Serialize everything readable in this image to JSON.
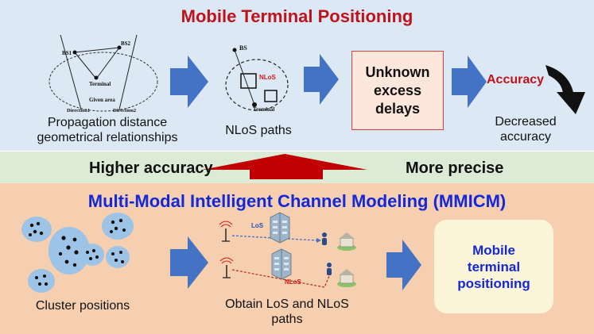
{
  "top_section": {
    "title": "Mobile Terminal Positioning",
    "diagram1": {
      "labels": {
        "bs1": "BS1",
        "bs2": "BS2",
        "terminal": "Terminal",
        "given_area": "Given area",
        "direction1": "Direction1",
        "direction2": "Direction2"
      },
      "caption_line1": "Propagation distance",
      "caption_line2": "geometrical relationships"
    },
    "diagram2": {
      "labels": {
        "bs": "BS",
        "nlos": "NLoS",
        "terminal": "Terminal"
      },
      "caption": "NLoS paths"
    },
    "delay_box": {
      "line1": "Unknown",
      "line2": "excess",
      "line3": "delays"
    },
    "accuracy_label": "Accuracy",
    "outcome_line1": "Decreased",
    "outcome_line2": "accuracy"
  },
  "middle_band": {
    "left_text": "Higher accuracy",
    "right_text": "More precise"
  },
  "bottom_section": {
    "title": "Multi-Modal Intelligent Channel Modeling (MMICM)",
    "cluster_caption": "Cluster positions",
    "paths_diagram": {
      "los_label": "LoS",
      "nlos_label": "NLoS"
    },
    "paths_caption_line1": "Obtain LoS and NLoS",
    "paths_caption_line2": "paths",
    "result": {
      "line1": "Mobile",
      "line2": "terminal",
      "line3": "positioning"
    }
  },
  "colors": {
    "top_background": "#dce9f5",
    "middle_background": "#dcebd6",
    "bottom_background": "#f6cfb0",
    "arrow_blue": "#4472c4",
    "arrow_red": "#c00000",
    "title_red": "#c0121a",
    "title_blue": "#1228d9",
    "cluster_blue": "#9dc3e6"
  },
  "icons": [
    "base-station-icon",
    "building-icon",
    "person-icon",
    "house-icon",
    "curved-arrow-icon"
  ]
}
